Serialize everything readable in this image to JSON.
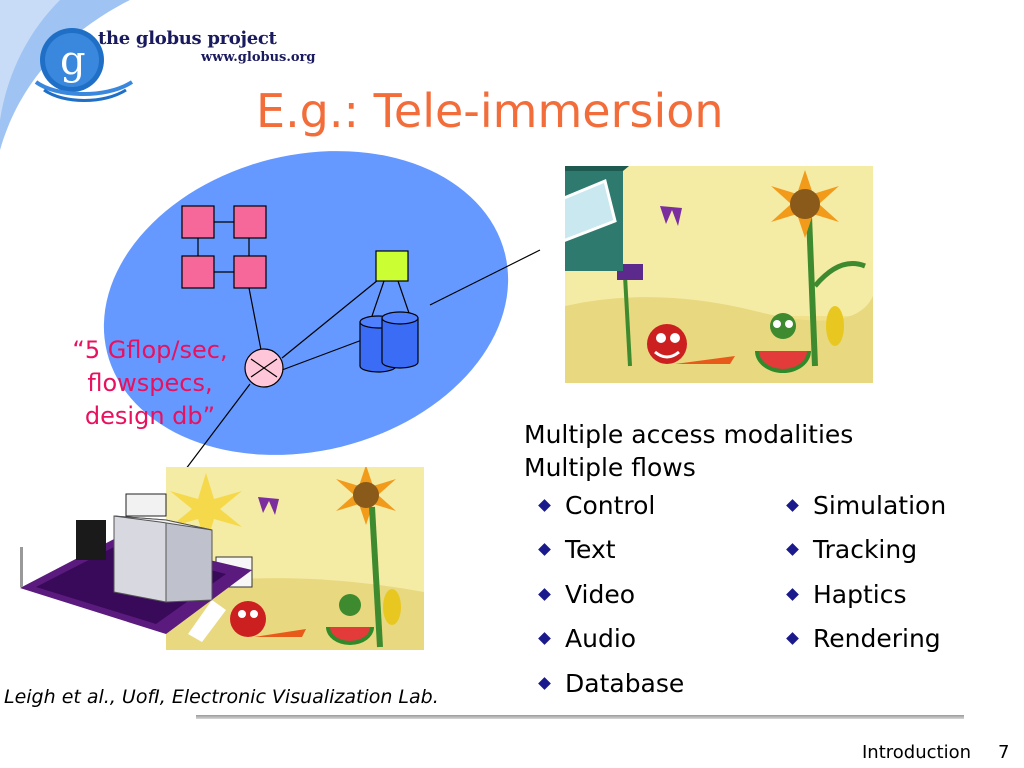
{
  "logo": {
    "name": "the globus project",
    "url": "www.globus.org",
    "letter": "g"
  },
  "title": "E.g.: Tele-immersion",
  "diagram": {
    "quote": [
      "“5 Gflop/sec,",
      "flowspecs,",
      "design db”"
    ]
  },
  "main": {
    "line1": "Multiple access modalities",
    "line2": "Multiple flows",
    "left_bullets": [
      "Control",
      "Text",
      "Video",
      "Audio",
      "Database"
    ],
    "right_bullets": [
      "Simulation",
      "Tracking",
      "Haptics",
      "Rendering"
    ]
  },
  "credit": "Leigh et al., UofI, Electronic Visualization Lab.",
  "footer": {
    "label": "Introduction",
    "page": "7"
  },
  "colors": {
    "title": "#f26d3a",
    "quote": "#e8115f",
    "bullet": "#1a1a8c",
    "ellipse": "#6699ff",
    "node": "#f7689a",
    "db": "#3a6cf6",
    "hub": "#ffffa0"
  }
}
